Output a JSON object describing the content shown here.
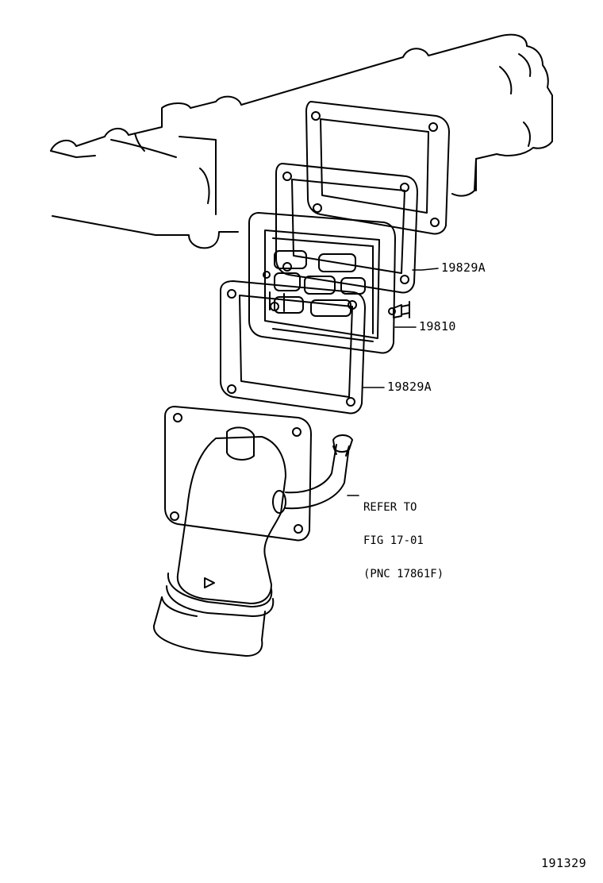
{
  "callouts": {
    "gasket_upper": "19829A",
    "reed_valve": "19810",
    "gasket_lower": "19829A"
  },
  "reference_note": {
    "line1": "REFER TO",
    "line2": "FIG 17-01",
    "line3": "(PNC 17861F)"
  },
  "figure_number": "191329"
}
